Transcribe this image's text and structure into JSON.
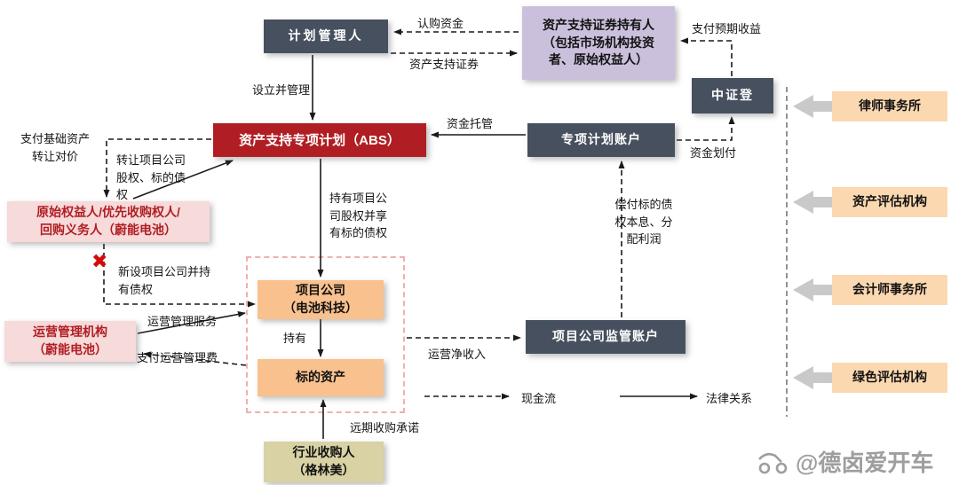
{
  "nodes": {
    "plan_manager": "计划管理人",
    "holders": "资产支持证券持有人\n（包括市场机构投资\n者、原始权益人）",
    "csd": "中证登",
    "abs": "资产支持专项计划（ABS）",
    "special_account": "专项计划账户",
    "original_obligor": "原始权益人/优先收购权人/\n回购义务人（蔚能电池）",
    "operator": "运营管理机构\n（蔚能电池）",
    "project_company": "项目公司\n（电池科技）",
    "underlying_asset": "标的资产",
    "supervision_account": "项目公司监管账户",
    "industry_buyer": "行业收购人\n（格林美）",
    "law_firm": "律师事务所",
    "asset_appraiser": "资产评估机构",
    "accounting_firm": "会计师事务所",
    "green_appraiser": "绿色评估机构"
  },
  "edges": {
    "subscription_funds": "认购资金",
    "abs_securities": "资产支持证券",
    "pay_expected_return": "支付预期收益",
    "setup_and_manage": "设立并管理",
    "fund_custody": "资金托管",
    "fund_transfer": "资金划付",
    "pay_consideration": "支付基础资产\n转让对价",
    "transfer_equity": "转让项目公司\n股权、标的债\n权",
    "new_project_company": "新设项目公司并持\n有债权",
    "hold_equity": "持有项目公\n司股权并享\n有标的债权",
    "repay_debt": "偿付标的债\n权本息、分\n配利润",
    "operation_service": "运营管理服务",
    "pay_operation_fee": "支付运营管理费",
    "hold": "持有",
    "net_operating_income": "运营净收入",
    "forward_purchase": "远期收购承诺"
  },
  "legend": {
    "cash_flow": "现金流",
    "legal_relation": "法律关系"
  },
  "marks": {
    "blocked": "✖"
  },
  "watermark": {
    "text": "@德卤爱开车"
  },
  "colors": {
    "dark_box": "#47505f",
    "abs_red": "#b01e23",
    "holders_purple": "#cbc0dc",
    "pink_box": "#f7dada",
    "orange_box": "#f8c18e",
    "side_box": "#fbd8b0",
    "khaki_box": "#d8d2a4",
    "gray_arrow": "#c9c9c9",
    "red_text": "#b01e23"
  }
}
